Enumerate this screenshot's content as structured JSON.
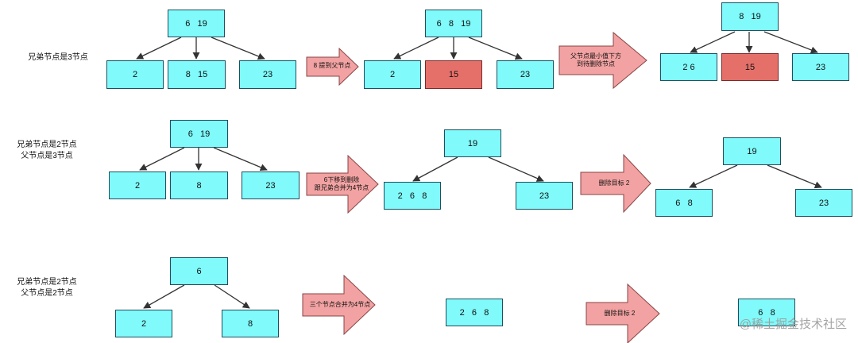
{
  "rows": [
    {
      "label": "兄弟节点是3节点",
      "panels": [
        {
          "nodes": {
            "parent": "6   19",
            "c1": "2",
            "c2": "8   15",
            "c3": "23"
          }
        },
        {
          "nodes": {
            "parent": "6   8   19",
            "c1": "2",
            "c2": "15",
            "c3": "23"
          }
        },
        {
          "nodes": {
            "parent": "8   19",
            "c1": "2 6",
            "c2": "15",
            "c3": "23"
          }
        }
      ],
      "arrows": [
        "8 提到父节点",
        "父节点最小值下方\n到待删除节点"
      ]
    },
    {
      "label": "兄弟节点是2节点\n父节点是3节点",
      "panels": [
        {
          "nodes": {
            "parent": "6   19",
            "c1": "2",
            "c2": "8",
            "c3": "23"
          }
        },
        {
          "nodes": {
            "parent": "19",
            "c1": "2   6   8",
            "c2": "23"
          }
        },
        {
          "nodes": {
            "parent": "19",
            "c1": "6   8",
            "c2": "23"
          }
        }
      ],
      "arrows": [
        "6下移到删除\n跟兄弟合并为4节点",
        "删除目标 2"
      ]
    },
    {
      "label": "兄弟节点是2节点\n父节点是2节点",
      "panels": [
        {
          "nodes": {
            "parent": "6",
            "c1": "2",
            "c2": "8"
          }
        },
        {
          "nodes": {
            "single": "2   6   8"
          }
        },
        {
          "nodes": {
            "single": "6   8"
          }
        }
      ],
      "arrows": [
        "三个节点合并为4节点",
        "删除目标 2"
      ]
    }
  ],
  "colors": {
    "node_fill": "#80fafa",
    "highlight_fill": "#e5706a",
    "arrow_fill": "#f2a2a2",
    "line": "#333333"
  },
  "watermark": "@稀土掘金技术社区"
}
